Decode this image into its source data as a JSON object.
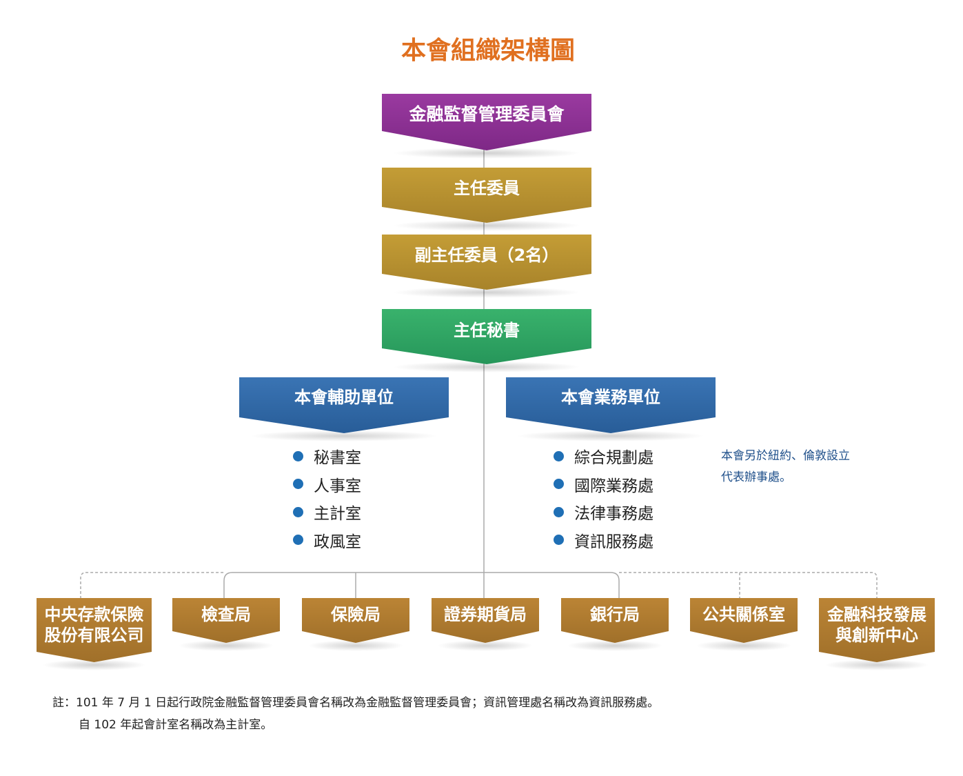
{
  "title": "本會組織架構圖",
  "chain": {
    "commission": "金融監督管理委員會",
    "chairman": "主任委員",
    "vice_chairman": "副主任委員（2名）",
    "secretary_general": "主任秘書"
  },
  "support_units": {
    "header": "本會輔助單位",
    "items": [
      "秘書室",
      "人事室",
      "主計室",
      "政風室"
    ]
  },
  "business_units": {
    "header": "本會業務單位",
    "items": [
      "綜合規劃處",
      "國際業務處",
      "法律事務處",
      "資訊服務處"
    ]
  },
  "overseas_note": [
    "本會另於紐約、倫敦設立",
    "代表辦事處。"
  ],
  "bureaus": [
    {
      "line1": "中央存款保險",
      "line2": "股份有限公司"
    },
    {
      "line1": "檢查局"
    },
    {
      "line1": "保險局"
    },
    {
      "line1": "證券期貨局"
    },
    {
      "line1": "銀行局"
    },
    {
      "line1": "公共關係室"
    },
    {
      "line1": "金融科技發展",
      "line2": "與創新中心"
    }
  ],
  "footnote": [
    "註：101 年 7 月 1 日起行政院金融監督管理委員會名稱改為金融監督管理委員會；資訊管理處名稱改為資訊服務處。",
    "自 102 年起會計室名稱改為主計室。"
  ],
  "colors": {
    "title": "#e07020",
    "purple": "#8a2f90",
    "gold": "#b8922e",
    "green": "#2ea865",
    "blue": "#2f67a6",
    "brown": "#b07a30",
    "bullet": "#1f6fb5"
  }
}
